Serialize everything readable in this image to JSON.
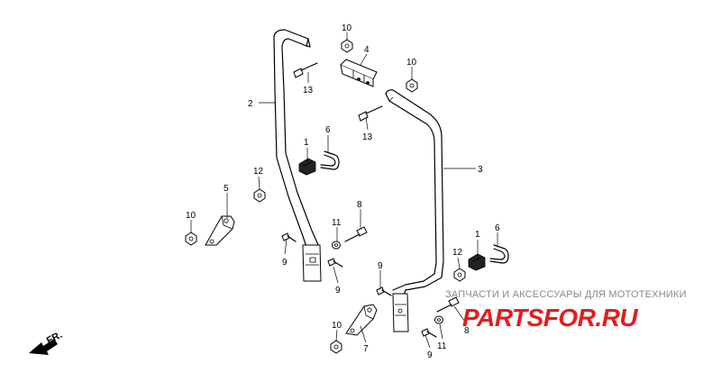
{
  "callouts": {
    "c1a": "1",
    "c1b": "1",
    "c2": "2",
    "c3": "3",
    "c4": "4",
    "c5": "5",
    "c6a": "6",
    "c6b": "6",
    "c7": "7",
    "c8a": "8",
    "c8b": "8",
    "c9a": "9",
    "c9b": "9",
    "c9c": "9",
    "c9d": "9",
    "c10a": "10",
    "c10b": "10",
    "c10c": "10",
    "c10d": "10",
    "c11a": "11",
    "c11b": "11",
    "c12a": "12",
    "c12b": "12",
    "c13a": "13",
    "c13b": "13"
  },
  "direction_label": "FR.",
  "watermark": {
    "caption": "ЗАПЧАСТИ И АКСЕССУАРЫ ДЛЯ МОТОТЕХНИКИ",
    "logo": "PARTSFOR.RU"
  },
  "colors": {
    "logo": "#e21d1d",
    "caption": "#8a8a8a",
    "ink": "#000000"
  }
}
